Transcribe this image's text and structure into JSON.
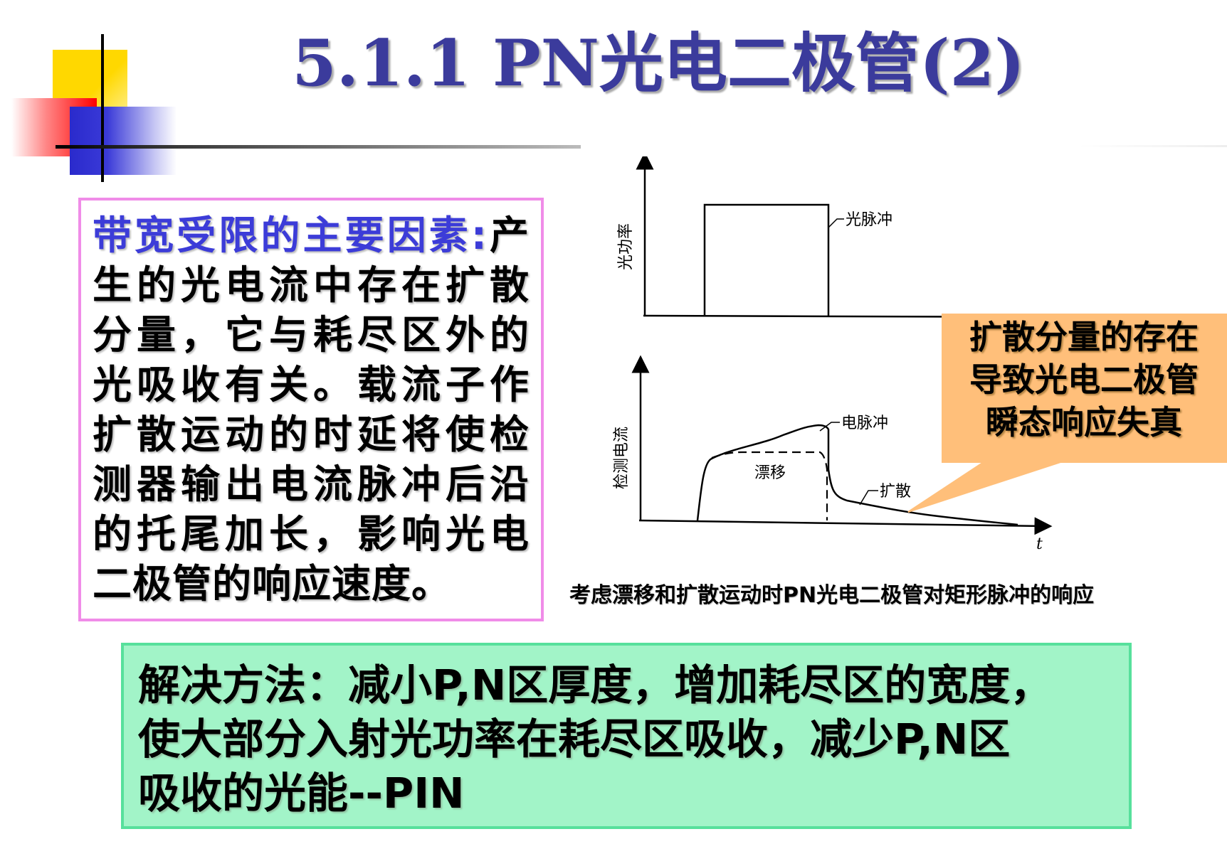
{
  "title": "5.1.1  PN光电二极管(2)",
  "left_box": {
    "heading": "带宽受限的主要因素:",
    "body": "产生的光电流中存在扩散分量，它与耗尽区外的光吸收有关。载流子作扩散运动的时延将使检测器输出电流脉冲后沿的托尾加长，影响光电二极管的响应速度。"
  },
  "figure": {
    "top_ylabel": "光功率",
    "top_pulse_label": "光脉冲",
    "bottom_ylabel": "检测电流",
    "bottom_pulse_label": "电脉冲",
    "drift_label": "漂移",
    "diffusion_label": "扩散",
    "x_axis_label": "t",
    "caption": "考虑漂移和扩散运动时PN光电二极管对矩形脉冲的响应"
  },
  "callout": {
    "lines": [
      "扩散分量的存在",
      "导致光电二极管",
      "瞬态响应失真"
    ],
    "color": "#ffbf7a"
  },
  "bottom_box": {
    "lines": [
      "解决方法：减小P,N区厚度，增加耗尽区的宽度，",
      "使大部分入射光功率在耗尽区吸收，减少P,N区",
      "吸收的光能--PIN"
    ]
  },
  "colors": {
    "title": "#3b3b9c",
    "heading_highlight": "#3c3cd8",
    "left_border": "#f08ce8",
    "bottom_bg": "#a2f4c8",
    "bottom_border": "#57e09c"
  }
}
